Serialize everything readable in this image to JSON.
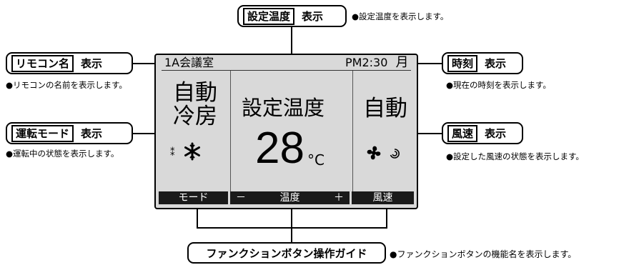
{
  "callouts": {
    "set_temp": {
      "boxed": "設定温度",
      "plain": "表示",
      "desc": "●設定温度を表示します。"
    },
    "remote_name": {
      "boxed": "リモコン名",
      "plain": "表示",
      "desc": "●リモコンの名前を表示します。"
    },
    "op_mode": {
      "boxed": "運転モード",
      "plain": "表示",
      "desc": "●運転中の状態を表示します。"
    },
    "clock": {
      "boxed": "時刻",
      "plain": "表示",
      "desc": "●現在の時刻を表示します。"
    },
    "fan_speed": {
      "boxed": "風速",
      "plain": "表示",
      "desc": "●設定した風速の状態を表示します。"
    },
    "function_guide": {
      "label": "ファンクションボタン操作ガイド",
      "desc": "●ファンクションボタンの機能名を表示します。"
    }
  },
  "screen": {
    "remote_name": "1A会議室",
    "time": "PM2:30",
    "weekday": "月",
    "mode_line1": "自動",
    "mode_line2": "冷房",
    "set_temp_label": "設定温度",
    "temperature": "28",
    "temp_unit": "°C",
    "fan_label": "自動",
    "indicator_glyph": "⁑",
    "buttons": {
      "mode": "モード",
      "temp_down": "－",
      "temp": "温度",
      "temp_up": "＋",
      "fan": "風速"
    }
  }
}
